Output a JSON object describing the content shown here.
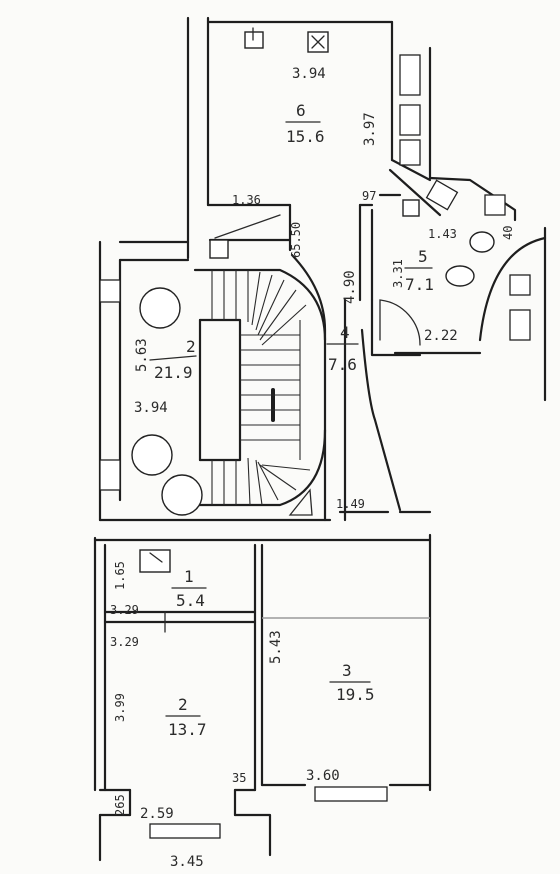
{
  "rooms": [
    {
      "id": "room-6",
      "number": "6",
      "area": "15.6"
    },
    {
      "id": "room-5",
      "number": "5",
      "area": "7.1"
    },
    {
      "id": "room-4",
      "number": "4",
      "area": "7.6"
    },
    {
      "id": "room-stair",
      "number": "2",
      "area": "21.9"
    },
    {
      "id": "room-1",
      "number": "1",
      "area": "5.4"
    },
    {
      "id": "room-2",
      "number": "2",
      "area": "13.7"
    },
    {
      "id": "room-3",
      "number": "3",
      "area": "19.5"
    }
  ],
  "dimensions": {
    "d_394_top": "3.94",
    "d_397": "3.97",
    "d_136": "1.36",
    "d_6550": "65.50",
    "d_97": "97",
    "d_143": "1.43",
    "d_40": "40",
    "d_490": "4.90",
    "d_331": "3.31",
    "d_222": "2.22",
    "d_563": "5.63",
    "d_394_mid": "3.94",
    "d_149": "1.49",
    "d_165": "1.65",
    "d_329_a": "3.29",
    "d_329_b": "3.29",
    "d_543": "5.43",
    "d_399": "3.99",
    "d_35": "35",
    "d_360": "3.60",
    "d_265": "265",
    "d_259": "2.59",
    "d_345": "3.45"
  }
}
